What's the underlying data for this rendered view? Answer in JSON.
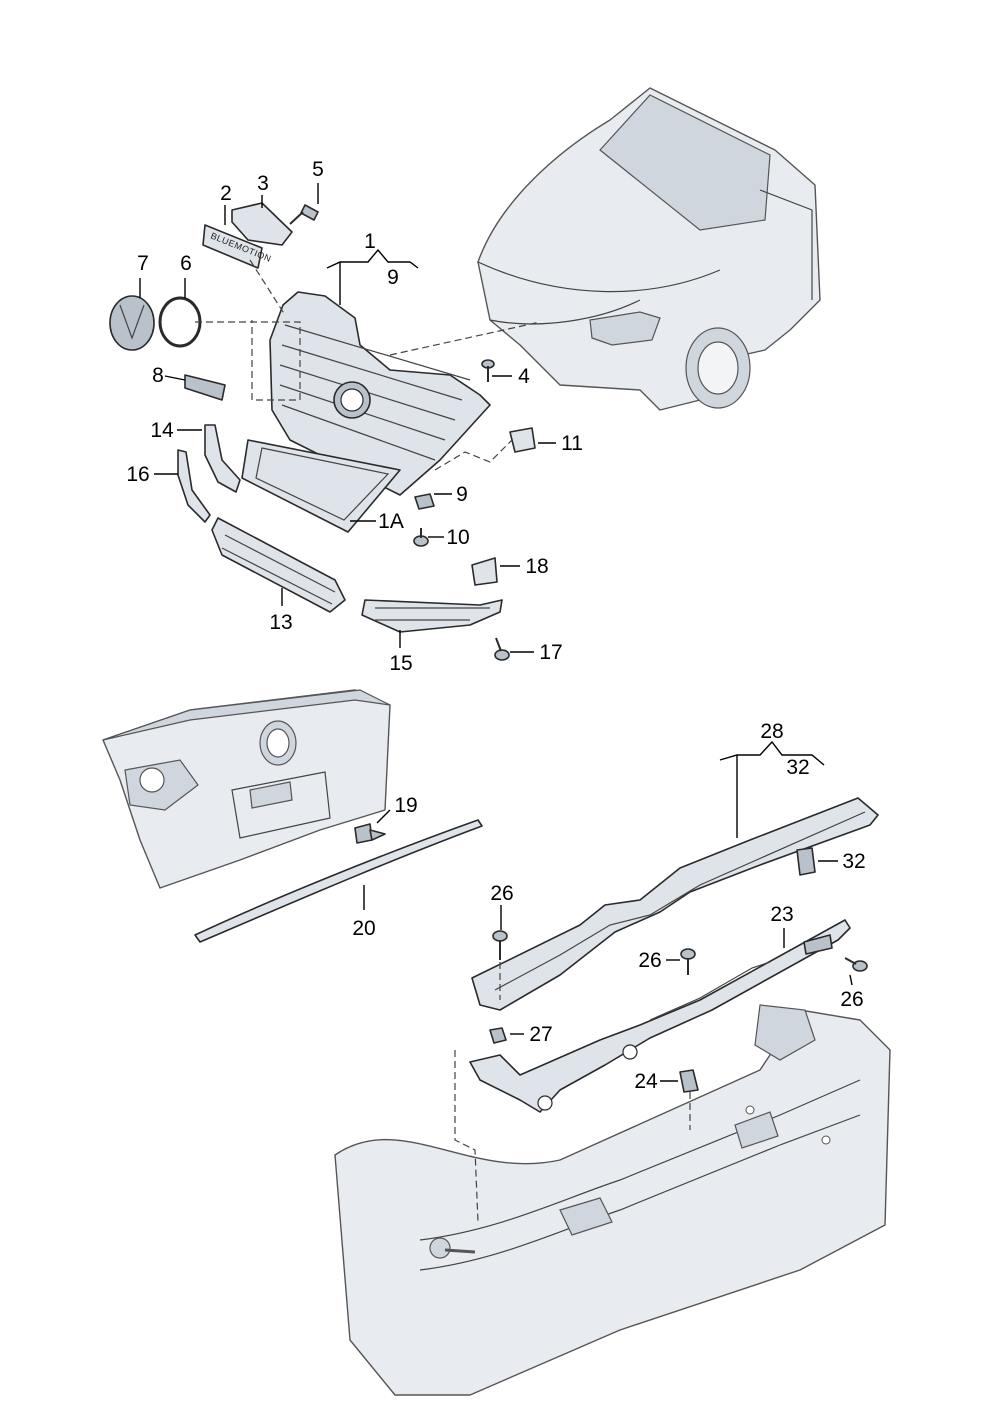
{
  "labels": {
    "l1": "1",
    "l9a": "9",
    "l2": "2",
    "l3": "3",
    "l5": "5",
    "l7": "7",
    "l6": "6",
    "l8": "8",
    "l4": "4",
    "l11": "11",
    "l14": "14",
    "l16": "16",
    "l9b": "9",
    "l1a": "1A",
    "l10": "10",
    "l18": "18",
    "l13": "13",
    "l15": "15",
    "l17": "17",
    "l19": "19",
    "l20": "20",
    "l28": "28",
    "l32a": "32",
    "l32b": "32",
    "l26a": "26",
    "l23": "23",
    "l26b": "26",
    "l26c": "26",
    "l27": "27",
    "l24": "24"
  },
  "emblem": {
    "text": "BLUEMOTION"
  }
}
